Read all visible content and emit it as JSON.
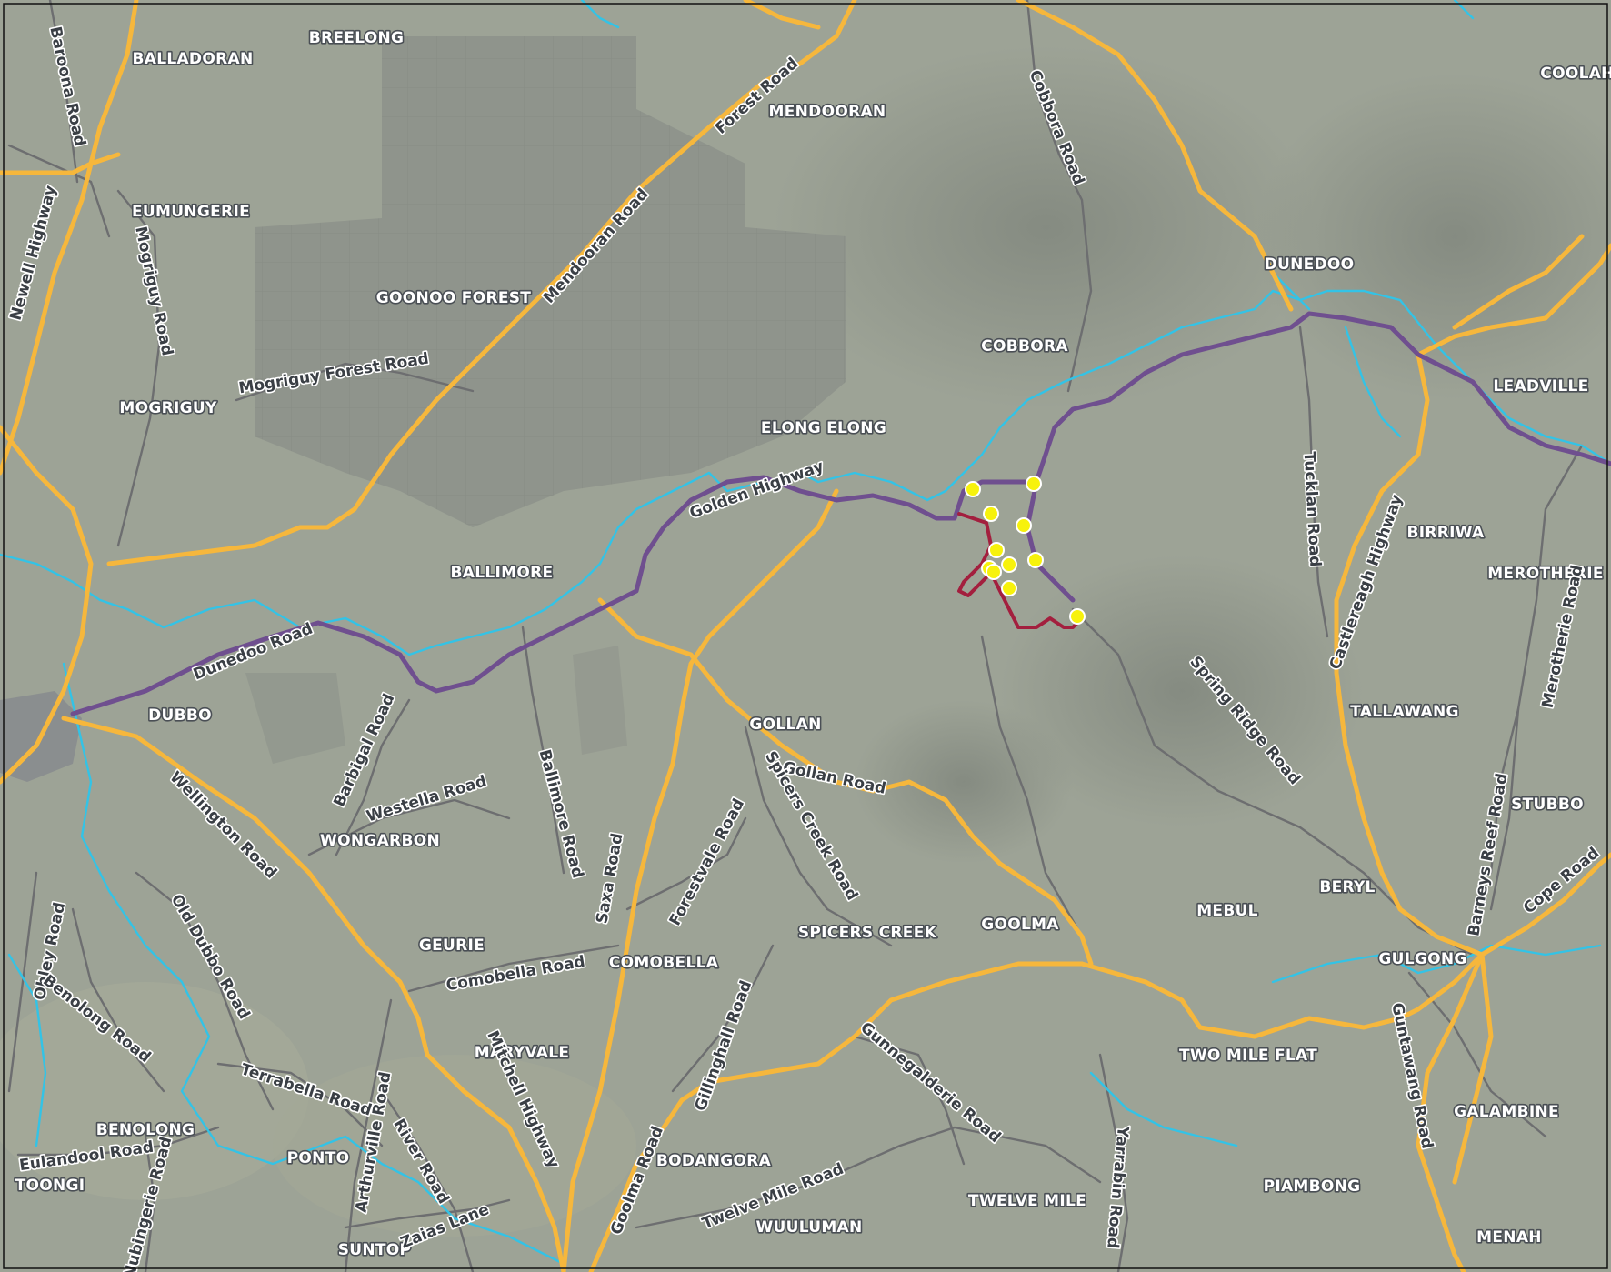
{
  "colors": {
    "land": "#9da396",
    "forest": "#8e938c",
    "major_road": "#f6b73c",
    "minor_road": "#6d6e70",
    "river": "#33c3e6",
    "highway_route": "#6f4f8f",
    "project_route": "#a31f3e",
    "site_marker": "#f7f20c",
    "label_fill": "#ffffff",
    "label_halo": "#4a4f55"
  },
  "places": [
    {
      "name": "BREELONG"
    },
    {
      "name": "BALLADORAN"
    },
    {
      "name": "MENDOORAN"
    },
    {
      "name": "COOLAH"
    },
    {
      "name": "EUMUNGERIE"
    },
    {
      "name": "GOONOO FOREST"
    },
    {
      "name": "DUNEDOO"
    },
    {
      "name": "COBBORA"
    },
    {
      "name": "MOGRIGUY"
    },
    {
      "name": "LEADVILLE"
    },
    {
      "name": "ELONG ELONG"
    },
    {
      "name": "BIRRIWA"
    },
    {
      "name": "BALLIMORE"
    },
    {
      "name": "MEROTHERIE"
    },
    {
      "name": "DUBBO"
    },
    {
      "name": "TALLAWANG"
    },
    {
      "name": "GOLLAN"
    },
    {
      "name": "STUBBO"
    },
    {
      "name": "WONGARBON"
    },
    {
      "name": "BERYL"
    },
    {
      "name": "MEBUL"
    },
    {
      "name": "GOOLMA"
    },
    {
      "name": "SPICERS CREEK"
    },
    {
      "name": "GEURIE"
    },
    {
      "name": "COMOBELLA"
    },
    {
      "name": "GULGONG"
    },
    {
      "name": "MARYVALE"
    },
    {
      "name": "TWO MILE FLAT"
    },
    {
      "name": "GALAMBINE"
    },
    {
      "name": "BENOLONG"
    },
    {
      "name": "PONTO"
    },
    {
      "name": "BODANGORA"
    },
    {
      "name": "TOONGI"
    },
    {
      "name": "PIAMBONG"
    },
    {
      "name": "TWELVE MILE"
    },
    {
      "name": "WUULUMAN"
    },
    {
      "name": "SUNTOP"
    },
    {
      "name": "MENAH"
    }
  ],
  "roads": [
    {
      "name": "Baroona Road"
    },
    {
      "name": "Forest Road"
    },
    {
      "name": "Cobbora Road"
    },
    {
      "name": "Newell Highway"
    },
    {
      "name": "Mogriguy Road"
    },
    {
      "name": "Mendooran Road"
    },
    {
      "name": "Mogriguy Forest Road"
    },
    {
      "name": "Golden Highway"
    },
    {
      "name": "Tucklan Road"
    },
    {
      "name": "Castlereagh Highway"
    },
    {
      "name": "Dunedoo Road"
    },
    {
      "name": "Barbigal Road"
    },
    {
      "name": "Spring Ridge Road"
    },
    {
      "name": "Merotherie Road"
    },
    {
      "name": "Westella Road"
    },
    {
      "name": "Ballimore Road"
    },
    {
      "name": "Gollan Road"
    },
    {
      "name": "Wellington Road"
    },
    {
      "name": "Spicers Creek Road"
    },
    {
      "name": "Forestvale Road"
    },
    {
      "name": "Barneys Reef Road"
    },
    {
      "name": "Saxa Road"
    },
    {
      "name": "Cope Road"
    },
    {
      "name": "Old Dubbo Road"
    },
    {
      "name": "Obley Road"
    },
    {
      "name": "Comobella Road"
    },
    {
      "name": "Gillinghall Road"
    },
    {
      "name": "Benolong Road"
    },
    {
      "name": "Gunnegalderie Road"
    },
    {
      "name": "Terrabella Road"
    },
    {
      "name": "Mitchell Highway"
    },
    {
      "name": "Guntawang Road"
    },
    {
      "name": "Arthurville Road"
    },
    {
      "name": "Eulandool Road"
    },
    {
      "name": "Nubingerie Road"
    },
    {
      "name": "River Road"
    },
    {
      "name": "Twelve Mile Road"
    },
    {
      "name": "Yarrabin Road"
    },
    {
      "name": "Goolma Road"
    },
    {
      "name": "Zaias Lane"
    }
  ],
  "site_markers_count": 11
}
